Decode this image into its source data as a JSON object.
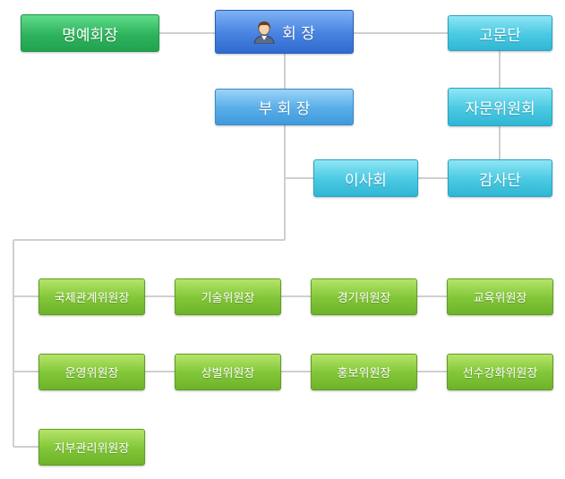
{
  "colors": {
    "line": "#cfcfcf",
    "honorary": "#2fb35d",
    "chairman": "#4b86e2",
    "vice": "#5cb0ea",
    "advisory": "#4ecbe4",
    "committee": "#84c83a"
  },
  "icons": {
    "chairman": "person-icon"
  },
  "nodes": {
    "honorary": "명예회장",
    "chairman": "회 장",
    "advisors": "고문단",
    "vice_chairman": "부 회 장",
    "advisory_committee": "자문위원회",
    "board": "이사회",
    "auditors": "감사단"
  },
  "committees": [
    "국제관계위원장",
    "기술위원장",
    "경기위원장",
    "교육위원장",
    "운영위원장",
    "상벌위원장",
    "홍보위원장",
    "선수강화위원장",
    "지부관리위원장"
  ]
}
